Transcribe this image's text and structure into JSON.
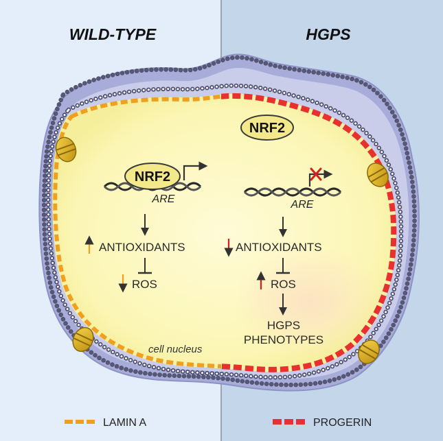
{
  "panels": {
    "left_title": "WILD-TYPE",
    "right_title": "HGPS"
  },
  "left": {
    "protein": "NRF2",
    "element": "ARE",
    "antioxidants": "ANTIOXIDANTS",
    "ros": "ROS",
    "antioxidants_change": "up",
    "ros_change": "down"
  },
  "right": {
    "protein": "NRF2",
    "element": "ARE",
    "antioxidants": "ANTIOXIDANTS",
    "ros": "ROS",
    "phenotypes_line1": "HGPS",
    "phenotypes_line2": "PHENOTYPES",
    "antioxidants_change": "down",
    "ros_change": "up"
  },
  "nucleus_label": "cell nucleus",
  "legend": {
    "lamin_label": "LAMIN A",
    "progerin_label": "PROGERIN"
  },
  "colors": {
    "left_bg": "#e3eefa",
    "right_bg": "#c4d6ea",
    "nucleoplasm": "#fbf7b6",
    "lamin_a": "#f0a020",
    "progerin": "#e8302e",
    "envelope": "#9aa0cf",
    "pore": "#d9b21b",
    "arrow_up": "#f0a020",
    "arrow_down": "#d42020"
  }
}
